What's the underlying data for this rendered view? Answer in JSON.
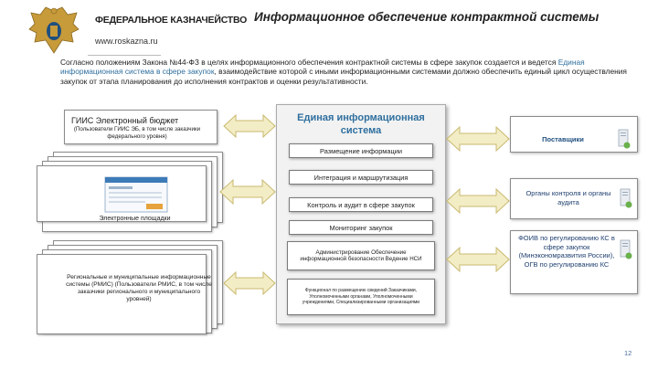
{
  "header": {
    "org_name": "ФЕДЕРАЛЬНОЕ КАЗНАЧЕЙСТВО",
    "org_url": "www.roskazna.ru",
    "title": "Информационное обеспечение контрактной системы"
  },
  "intro": {
    "part1": "Согласно  положениям Закона №44-ФЗ в целях информационного обеспечения контрактной системы в сфере закупок создается и ведется ",
    "highlight": "Единая информационная система в сфере закупок",
    "part2": ", взаимодействие которой с иными информационными системами должно обеспечить единый цикл осуществления закупок от этапа планирования до исполнения контрактов и оценки результативности."
  },
  "left": {
    "gis_title": "ГИИС Электронный бюджет",
    "gis_sub": "(Пользователи ГИИС ЭБ, в том числе заказчики федерального уровня)",
    "ep_label": "Электронные площадки",
    "rmis_label": "Региональные и муниципальные информационные системы (РМИС) (Пользователи РМИС, в том числе заказчики регионального и муниципального уровней)"
  },
  "center": {
    "title": "Единая информационная система",
    "functions": [
      "Размещение информации",
      "Интеграция и маршрутизация",
      "Контроль и аудит в сфере закупок",
      "Мониторинг закупок",
      "Администрирование Обеспечение информационной безопасности Ведение НСИ",
      "Функционал по размещению сведений Заказчиками, Уполномоченными органами, Уполномоченными учреждениями, Специализированными организациями"
    ]
  },
  "right": {
    "suppliers": "Поставщики",
    "control": "Органы контроля и органы аудита",
    "foiv": "ФОИВ по регулированию КС в сфере закупок (Минэкономразвития России), ОГВ по регулированию КС"
  },
  "icons": [
    "emblem-icon",
    "document-icon",
    "monitor-icon",
    "arrow-left-right-icon"
  ],
  "colors": {
    "accent": "#2f6f9f",
    "arrow": "#f3edc6",
    "arrow_border": "#c9b96f",
    "doc_green": "#6ab04c"
  },
  "page_number": "12"
}
